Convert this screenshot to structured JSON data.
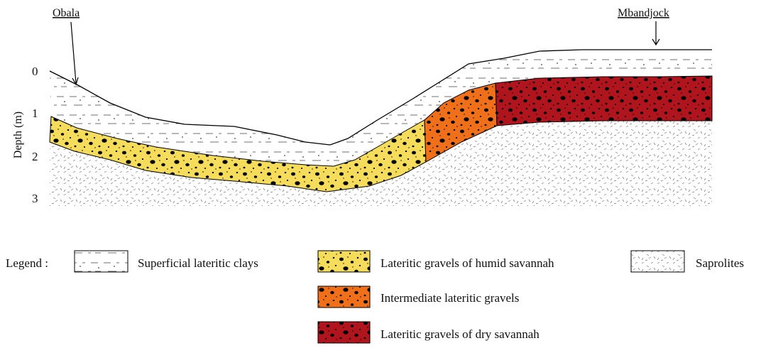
{
  "locations": {
    "left": "Obala",
    "right": "Mbandjock"
  },
  "axis": {
    "label": "Depth (m)",
    "ticks": [
      "0",
      "1",
      "2",
      "3"
    ]
  },
  "legend": {
    "title": "Legend :",
    "items": [
      {
        "key": "clays",
        "label": "Superficial lateritic clays",
        "color": "#ffffff"
      },
      {
        "key": "humid",
        "label": "Lateritic gravels of humid savannah",
        "color": "#f5dc5a"
      },
      {
        "key": "intermediate",
        "label": "Intermediate lateritic gravels",
        "color": "#f07019"
      },
      {
        "key": "dry",
        "label": "Lateritic gravels of dry savannah",
        "color": "#b0141c"
      },
      {
        "key": "saprolites",
        "label": "Saprolites",
        "color": "#ffffff"
      }
    ]
  }
}
